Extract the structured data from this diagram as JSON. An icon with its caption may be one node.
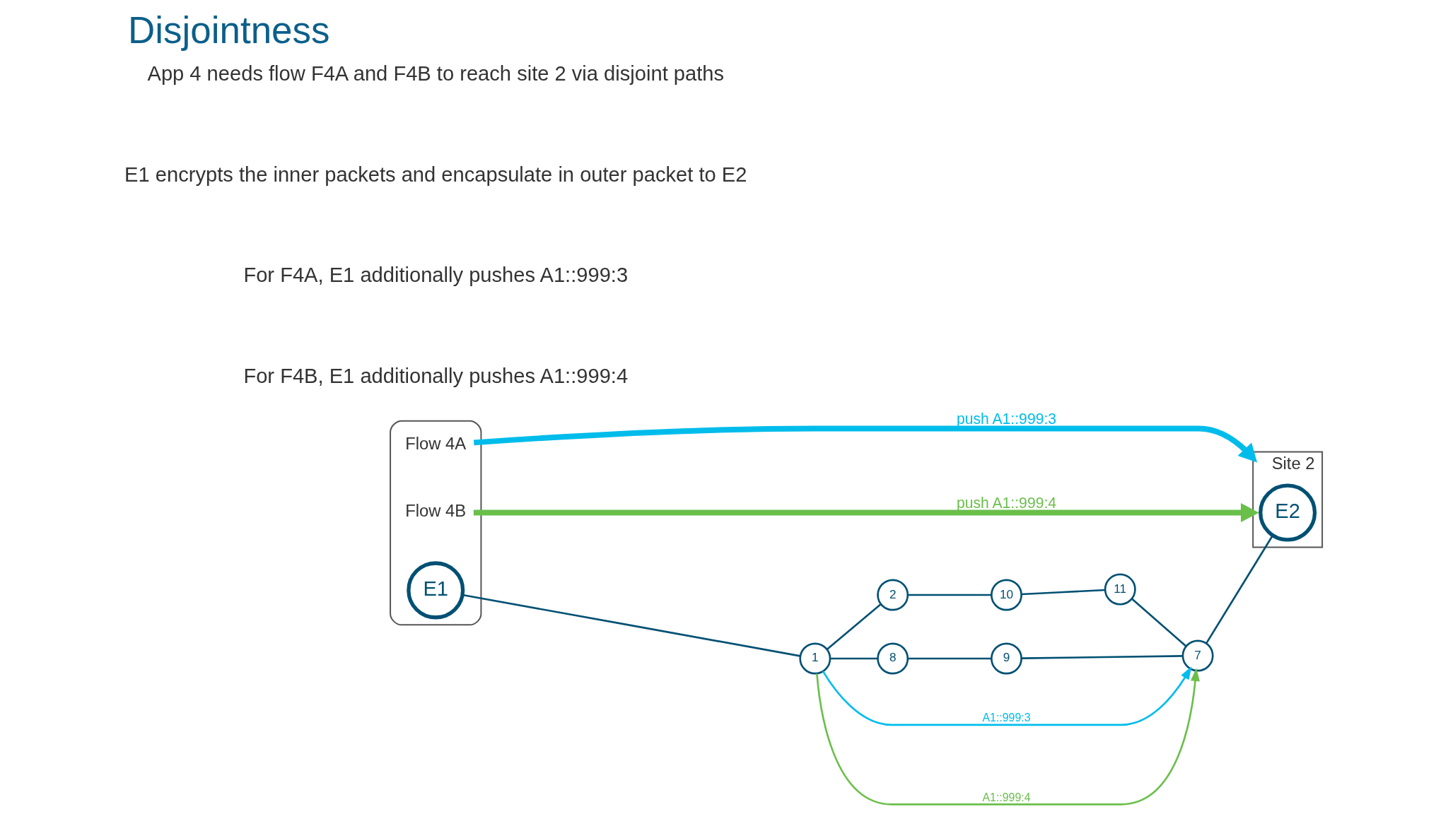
{
  "diagram": {
    "title": "Disjointness",
    "nodes": [
      {
        "text": [],
        "shape": "box"
      },
      {
        "text": [
          "Flow 4A"
        ],
        "in": 0
      },
      {
        "text": [
          "Flow 4B"
        ],
        "in": 0
      },
      {
        "text": [
          "E1"
        ],
        "in": 0
      },
      {
        "text": [
          "1"
        ]
      },
      {
        "text": [
          "2"
        ]
      },
      {
        "text": [
          "10"
        ]
      },
      {
        "text": [
          "11"
        ]
      },
      {
        "text": [
          "8"
        ]
      },
      {
        "text": [
          "9"
        ]
      },
      {
        "text": [
          "7"
        ]
      },
      {
        "text": [
          "Site 2"
        ]
      },
      {
        "text": [
          "E2"
        ],
        "in": 11
      }
    ],
    "edges": [
      {
        "from": 3,
        "to": 4,
        "arrow": "none"
      },
      {
        "from": 4,
        "to": 5,
        "arrow": "none"
      },
      {
        "from": 5,
        "to": 6,
        "arrow": "none"
      },
      {
        "from": 6,
        "to": 7,
        "arrow": "none"
      },
      {
        "from": 7,
        "to": 10,
        "arrow": "none"
      },
      {
        "from": 4,
        "to": 8,
        "arrow": "none"
      },
      {
        "from": 8,
        "to": 9,
        "arrow": "none"
      },
      {
        "from": 9,
        "to": 10,
        "arrow": "none"
      },
      {
        "from": 10,
        "to": 12,
        "arrow": "none"
      },
      {
        "from": 1,
        "to": 11,
        "arrow": "to",
        "label": "push A1::999:3",
        "style": "thick",
        "color": "#00bceb"
      },
      {
        "from": 2,
        "to": 11,
        "arrow": "to",
        "label": "push A1::999:4",
        "style": "thick",
        "color": "#6abf4b"
      },
      {
        "from": 4,
        "to": 10,
        "arrow": "to",
        "label": "A1::999:3",
        "color": "#00bceb"
      },
      {
        "from": 4,
        "to": 10,
        "arrow": "to",
        "label": "A1::999:4",
        "color": "#6abf4b"
      }
    ],
    "labels": [
      "App 4 needs flow F4A and F4B to reach site 2 via disjoint paths",
      "E1 encrypts the inner packets and encapsulate in outer packet to E2",
      "For F4A, E1 additionally pushes A1::999:3",
      "For F4B, E1 additionally pushes A1::999:4"
    ]
  }
}
